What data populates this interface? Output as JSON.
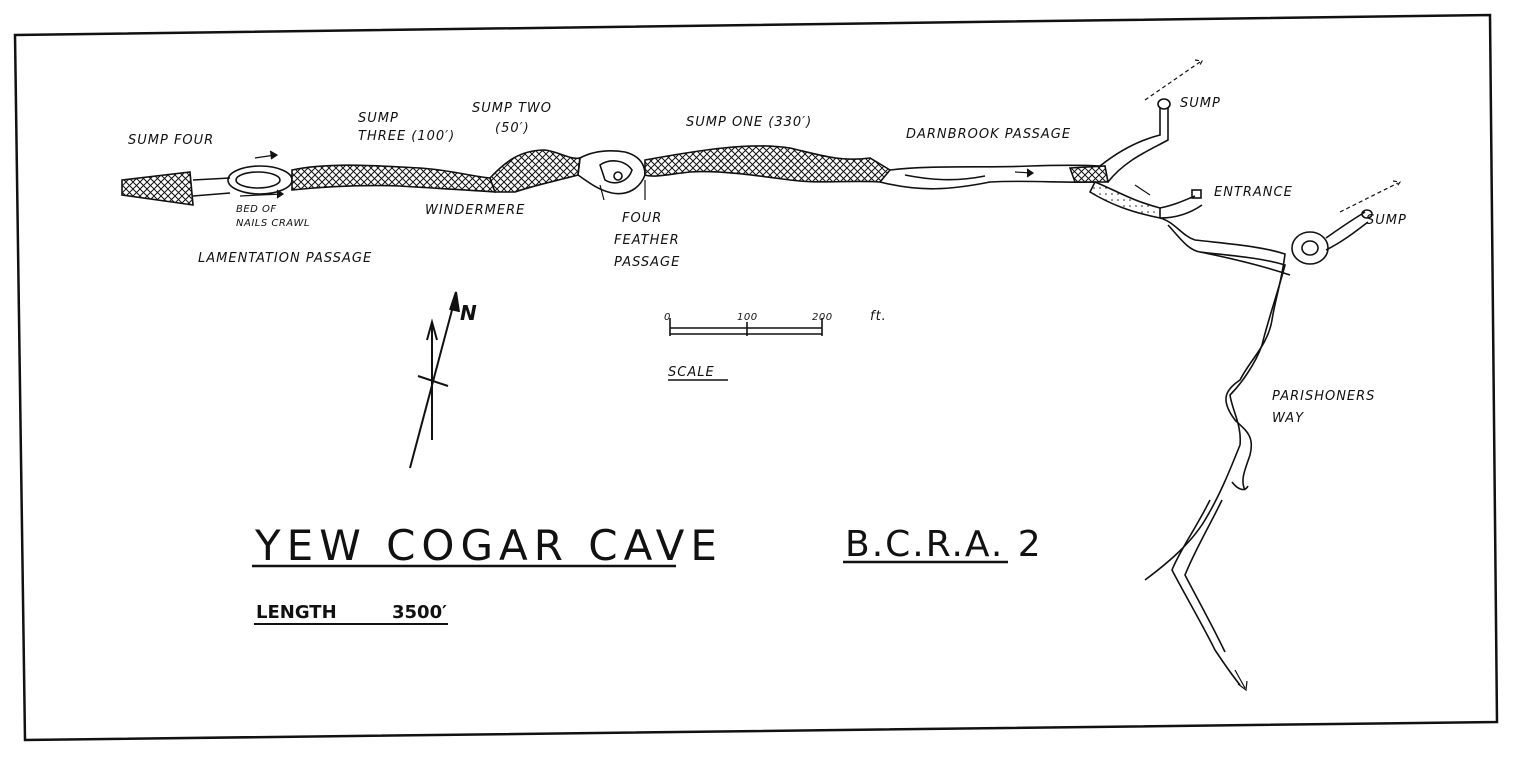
{
  "map": {
    "title": "YEW COGAR CAVE",
    "grade": "B.C.R.A. 2",
    "length_label": "LENGTH",
    "length_value": "3500′",
    "north_label": "N",
    "scale": {
      "caption": "SCALE",
      "tick_0": "0",
      "tick_100": "100",
      "tick_200": "200",
      "unit": "ft."
    },
    "labels": {
      "sump_four": "SUMP FOUR",
      "sump_three_a": "SUMP",
      "sump_three_b": "THREE (100′)",
      "sump_two_a": "SUMP TWO",
      "sump_two_b": "(50′)",
      "sump_one": "SUMP ONE (330′)",
      "darnbrook": "DARNBROOK PASSAGE",
      "sump_top": "SUMP",
      "entrance": "ENTRANCE",
      "sump_right": "SUMP",
      "bed_of_nails_a": "BED OF",
      "bed_of_nails_b": "NAILS CRAWL",
      "windermere": "WINDERMERE",
      "lamentation": "LAMENTATION PASSAGE",
      "four_feather_a": "FOUR",
      "four_feather_b": "FEATHER",
      "four_feather_c": "PASSAGE",
      "parishioners_a": "PARISHONERS",
      "parishioners_b": "WAY"
    }
  }
}
